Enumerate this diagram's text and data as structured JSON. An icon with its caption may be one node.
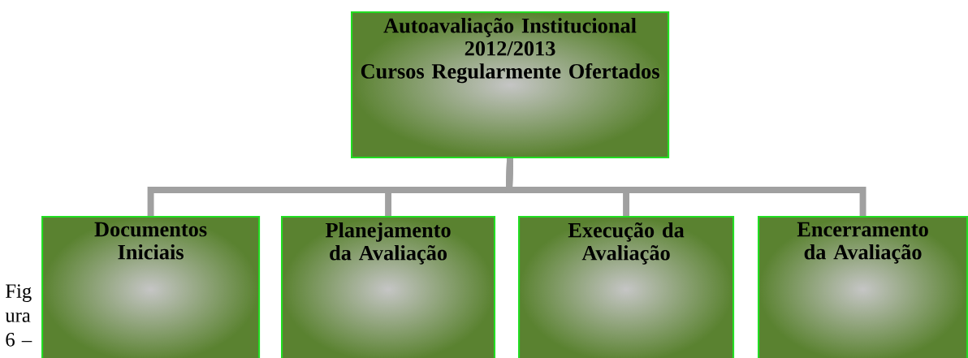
{
  "diagram": {
    "nodes": [
      {
        "text": [
          "Autoavaliação Institucional",
          "2012/2013",
          "Cursos Regularmente Ofertados"
        ]
      },
      {
        "text": [
          "Documentos Iniciais"
        ]
      },
      {
        "text": [
          "Planejamento da Avaliação"
        ]
      },
      {
        "text": [
          "Execução da Avaliação"
        ]
      },
      {
        "text": [
          "Encerramento da Avaliação"
        ]
      }
    ],
    "edges": [
      {
        "from": 0,
        "to": 1,
        "arrow": "none"
      },
      {
        "from": 0,
        "to": 2,
        "arrow": "none"
      },
      {
        "from": 0,
        "to": 3,
        "arrow": "none"
      },
      {
        "from": 0,
        "to": 4,
        "arrow": "none"
      }
    ],
    "labels": [
      "Fig ura 6 –"
    ]
  }
}
